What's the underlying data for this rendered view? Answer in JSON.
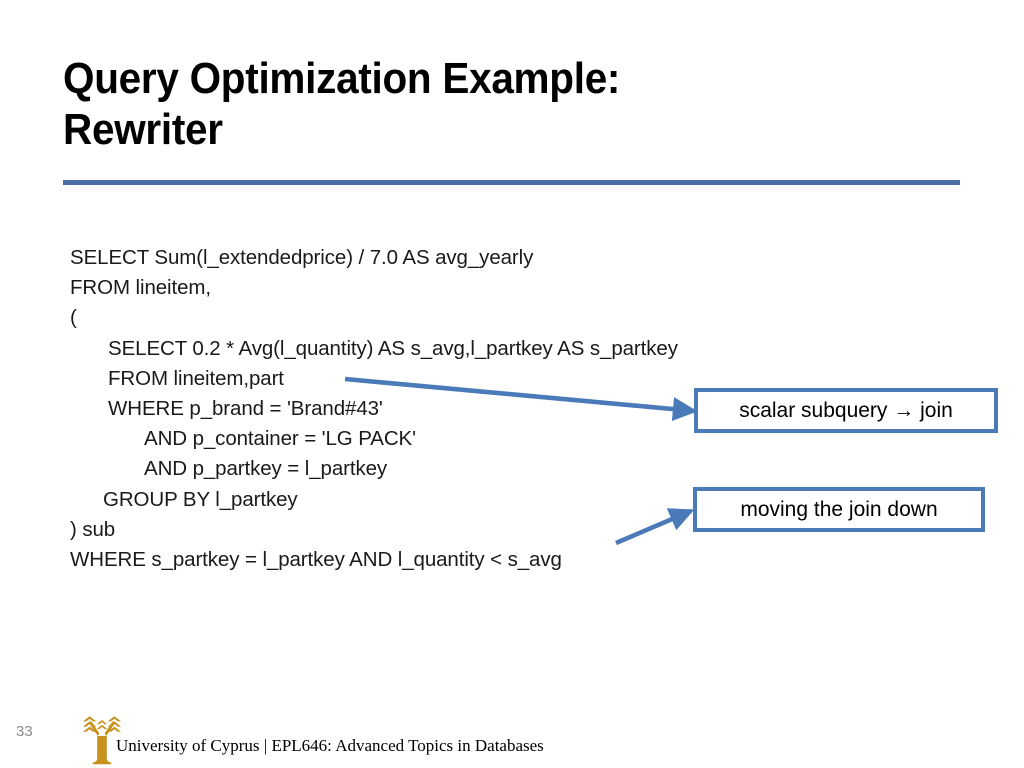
{
  "slide": {
    "title_lines": [
      "Query Optimization Example:",
      "Rewriter"
    ],
    "rule_color": "#4a6fa5",
    "accent_color": "#4a7ab8",
    "logo_color": "#c8911e"
  },
  "sql": {
    "lines": [
      {
        "text": "SELECT Sum(l_extendedprice) / 7.0 AS avg_yearly",
        "indent": "ind0"
      },
      {
        "text": "FROM lineitem,",
        "indent": "ind0"
      },
      {
        "text": "(",
        "indent": "ind0"
      },
      {
        "text": "SELECT 0.2 * Avg(l_quantity) AS s_avg,l_partkey AS s_partkey",
        "indent": "ind1"
      },
      {
        "text": "FROM lineitem,part",
        "indent": "ind1"
      },
      {
        "text": "WHERE p_brand = 'Brand#43'",
        "indent": "ind1"
      },
      {
        "text": "AND p_container = 'LG PACK'",
        "indent": "ind2"
      },
      {
        "text": "AND p_partkey = l_partkey",
        "indent": "ind2"
      },
      {
        "text": "GROUP BY l_partkey",
        "indent": "ind-group"
      },
      {
        "text": ") sub",
        "indent": "ind0"
      },
      {
        "text": "WHERE s_partkey = l_partkey AND l_quantity < s_avg",
        "indent": "ind0"
      }
    ]
  },
  "callouts": {
    "scalar_subquery": "scalar subquery → join",
    "moving_join": "moving the join down"
  },
  "footer": {
    "slide_number": "33",
    "text": "University of Cyprus | EPL646: Advanced Topics in Databases",
    "logo_name": "university-of-cyprus-tree-logo"
  }
}
